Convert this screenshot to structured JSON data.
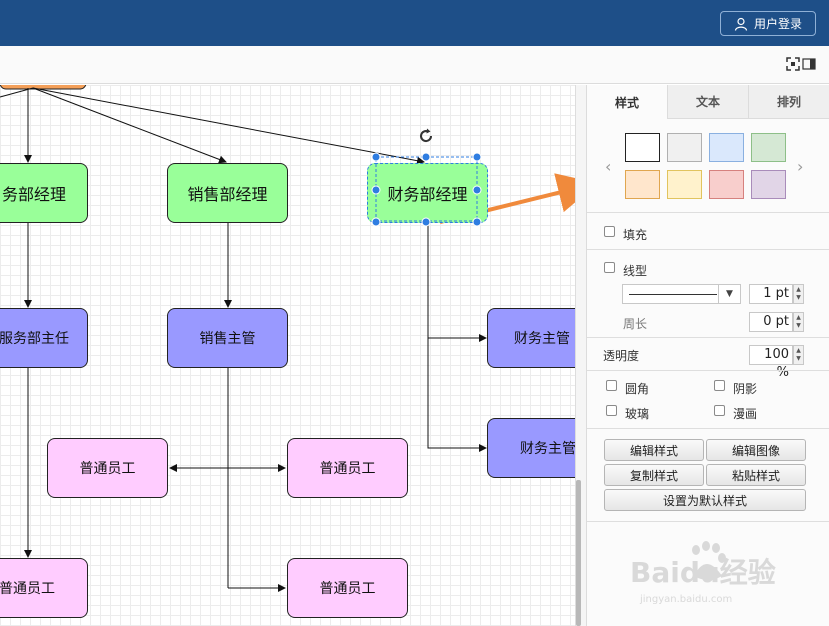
{
  "header": {
    "login_label": "用户登录",
    "icons": [
      "user-icon",
      "fullscreen-icon",
      "panel-toggle-icon"
    ]
  },
  "diagram": {
    "nodes": {
      "mgr_service": "务部经理",
      "mgr_sales": "销售部经理",
      "mgr_finance": "财务部经理",
      "sup_service": "服务部主任",
      "sup_sales": "销售主管",
      "sup_finance_1": "财务主管",
      "sup_finance_2": "财务主管",
      "emp_a": "普通员工",
      "emp_b": "普通员工",
      "emp_c": "普通员工",
      "emp_d": "普通员工"
    },
    "colors": {
      "manager": "#99ff99",
      "supervisor": "#9999ff",
      "employee": "#ffccff",
      "selection": "#2f7de1",
      "annotation_arrow": "#f08a3c"
    }
  },
  "panel": {
    "tabs": [
      "样式",
      "文本",
      "排列"
    ],
    "active_tab": "样式",
    "swatches": [
      "#ffffff",
      "#f0f0f0",
      "#dae8fc",
      "#d5e8d4",
      "#ffe6cc",
      "#fff2cc",
      "#f8cecc",
      "#e1d5e7"
    ],
    "fill_label": "填充",
    "line_label": "线型",
    "line_width": "1 pt",
    "perimeter_label": "周长",
    "perimeter_value": "0 pt",
    "opacity_label": "透明度",
    "opacity_value": "100 %",
    "rounded_label": "圆角",
    "shadow_label": "阴影",
    "glass_label": "玻璃",
    "sketch_label": "漫画",
    "buttons": {
      "edit_style": "编辑样式",
      "edit_image": "编辑图像",
      "copy_style": "复制样式",
      "paste_style": "粘贴样式",
      "set_default": "设置为默认样式"
    }
  },
  "watermark": {
    "text": "Baidu经验",
    "subtext": "jingyan.baidu.com"
  }
}
